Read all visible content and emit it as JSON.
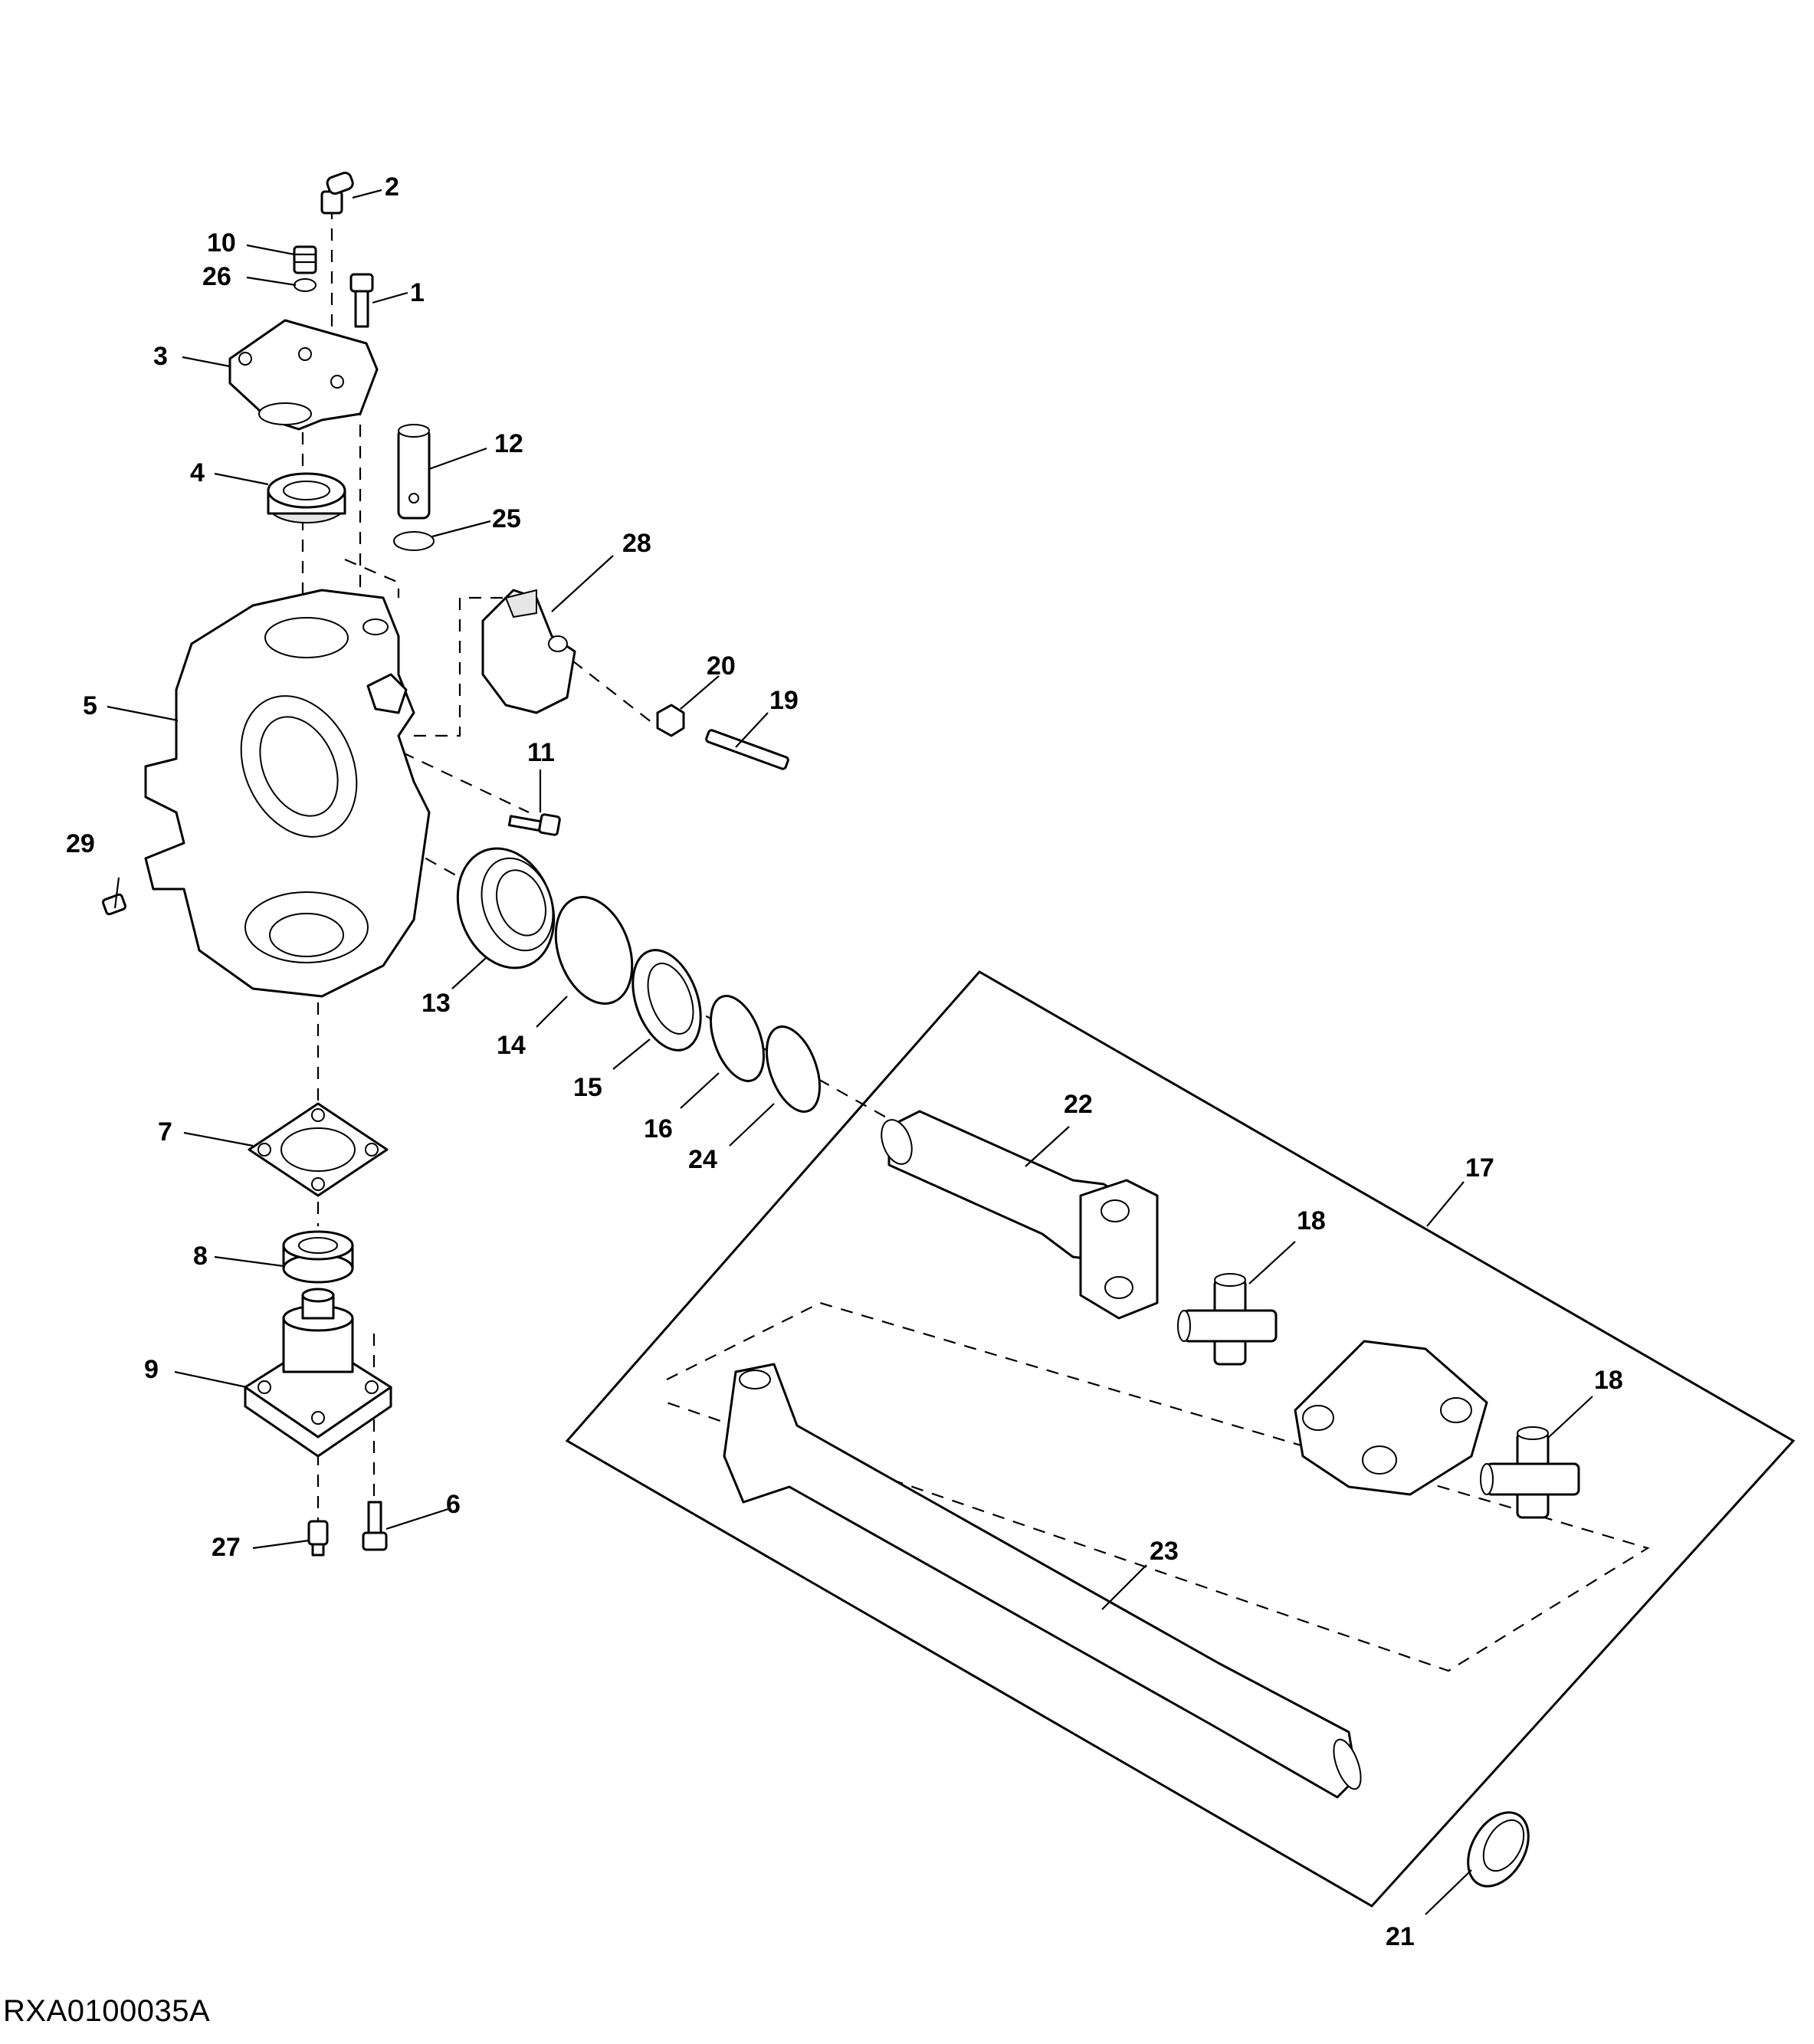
{
  "figure_id": "RXA0100035A",
  "callouts": [
    {
      "id": "c1",
      "label": "1"
    },
    {
      "id": "c2",
      "label": "2"
    },
    {
      "id": "c3",
      "label": "3"
    },
    {
      "id": "c4",
      "label": "4"
    },
    {
      "id": "c5",
      "label": "5"
    },
    {
      "id": "c6",
      "label": "6"
    },
    {
      "id": "c7",
      "label": "7"
    },
    {
      "id": "c8",
      "label": "8"
    },
    {
      "id": "c9",
      "label": "9"
    },
    {
      "id": "c10",
      "label": "10"
    },
    {
      "id": "c11",
      "label": "11"
    },
    {
      "id": "c12",
      "label": "12"
    },
    {
      "id": "c13",
      "label": "13"
    },
    {
      "id": "c14",
      "label": "14"
    },
    {
      "id": "c15",
      "label": "15"
    },
    {
      "id": "c16",
      "label": "16"
    },
    {
      "id": "c17",
      "label": "17"
    },
    {
      "id": "c18a",
      "label": "18"
    },
    {
      "id": "c18b",
      "label": "18"
    },
    {
      "id": "c19",
      "label": "19"
    },
    {
      "id": "c20",
      "label": "20"
    },
    {
      "id": "c21",
      "label": "21"
    },
    {
      "id": "c22",
      "label": "22"
    },
    {
      "id": "c23",
      "label": "23"
    },
    {
      "id": "c24",
      "label": "24"
    },
    {
      "id": "c25",
      "label": "25"
    },
    {
      "id": "c26",
      "label": "26"
    },
    {
      "id": "c27",
      "label": "27"
    },
    {
      "id": "c28",
      "label": "28"
    },
    {
      "id": "c29",
      "label": "29"
    }
  ]
}
